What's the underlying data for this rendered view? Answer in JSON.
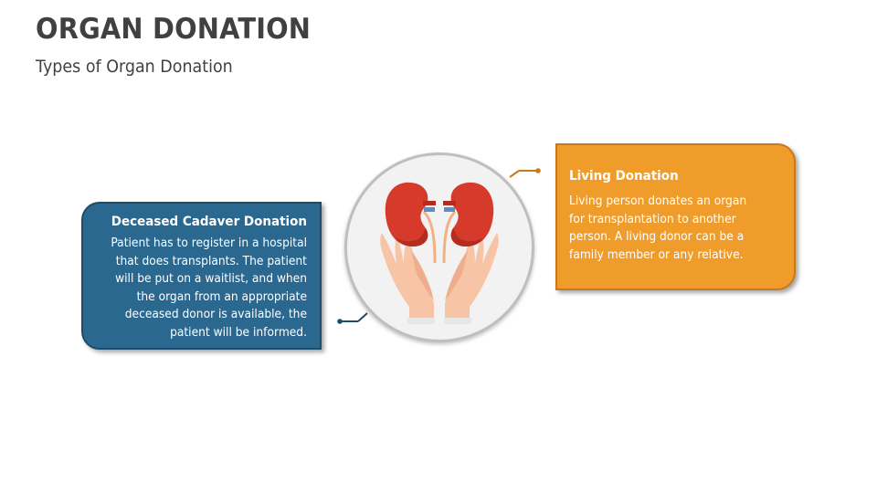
{
  "header": {
    "title": "ORGAN DONATION",
    "subtitle": "Types of Organ Donation"
  },
  "cards": {
    "deceased": {
      "heading": "Deceased Cadaver Donation",
      "body_lines": [
        "Patient has to register in a hospital",
        "that does transplants. The patient",
        "will be put on a waitlist, and when",
        "the organ from an appropriate",
        "deceased donor is available, the",
        "patient will be informed."
      ],
      "color": "#2a6890"
    },
    "living": {
      "heading": "Living Donation",
      "body_lines": [
        "Living person donates an organ",
        "for transplantation to another",
        "person. A living donor can be a",
        "family member or any relative."
      ],
      "color": "#f09c2b"
    }
  },
  "center_icon": {
    "icon": "kidneys-in-hands-icon",
    "kidney_color": "#d63a2a",
    "hand_color": "#f7c4a5",
    "circle_fill": "#f2f2f2",
    "circle_border": "#bfbfbf"
  },
  "connectors": {
    "left_color": "#1d4d6b",
    "right_color": "#c9791a"
  }
}
